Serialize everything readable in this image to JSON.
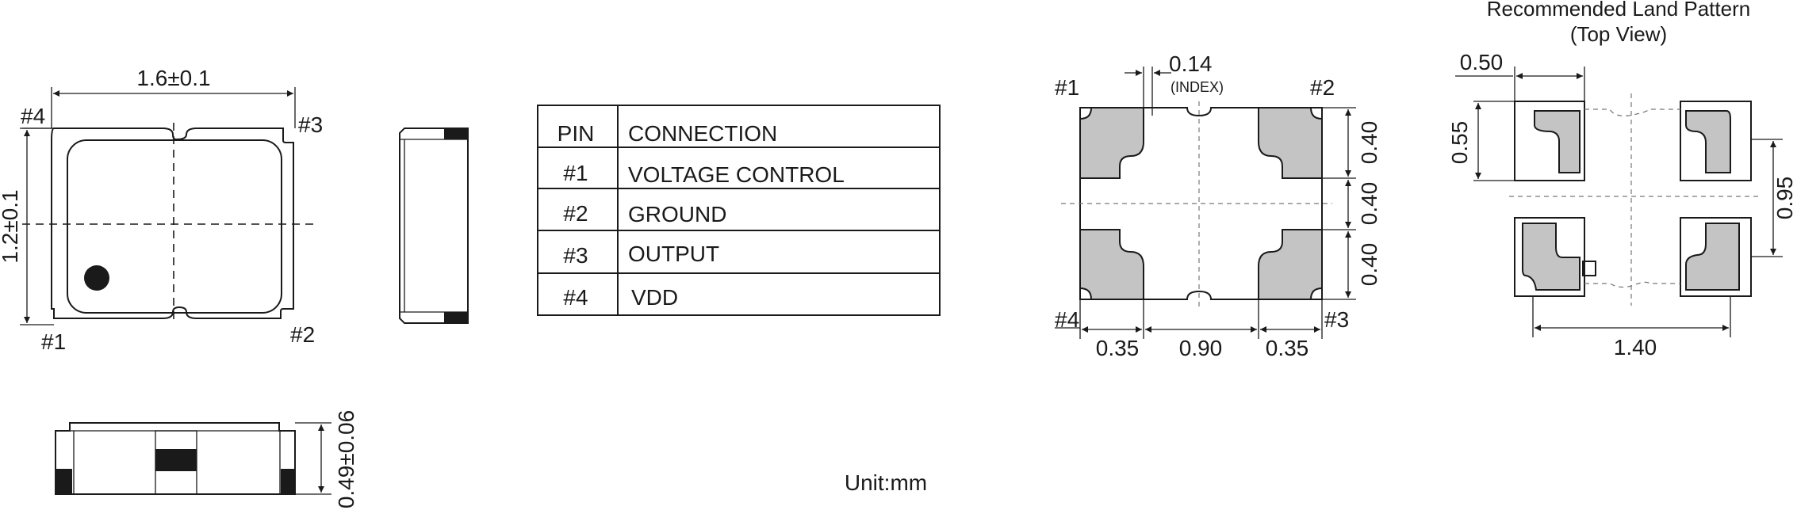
{
  "front_view": {
    "width_dim": "1.6±0.1",
    "height_dim": "1.2±0.1",
    "pin_labels": {
      "p1": "#1",
      "p2": "#2",
      "p3": "#3",
      "p4": "#4"
    }
  },
  "side_view": {
    "thickness_dim": "0.49±0.06"
  },
  "pin_table": {
    "headers": [
      "PIN",
      "CONNECTION"
    ],
    "rows": [
      [
        "#1",
        "VOLTAGE CONTROL"
      ],
      [
        "#2",
        "GROUND"
      ],
      [
        "#3",
        "OUTPUT"
      ],
      [
        "#4",
        "VDD"
      ]
    ]
  },
  "bottom_view": {
    "index_dim": "0.14",
    "index_label": "(INDEX)",
    "pin_labels": {
      "p1": "#1",
      "p2": "#2",
      "p3": "#3",
      "p4": "#4"
    },
    "pad_height_dims": [
      "0.40",
      "0.40",
      "0.40"
    ],
    "bottom_dims": [
      "0.35",
      "0.90",
      "0.35"
    ]
  },
  "land_pattern": {
    "title_line1": "Recommended Land Pattern",
    "title_line2": "(Top View)",
    "dim_pad_width": "0.50",
    "dim_pad_height": "0.55",
    "dim_pitch_vertical": "0.95",
    "dim_pitch_horizontal": "1.40"
  },
  "unit_label": "Unit:mm",
  "colors": {
    "ink": "#1a1a1a",
    "pad_fill": "#c4c4c4",
    "background": "#ffffff"
  }
}
